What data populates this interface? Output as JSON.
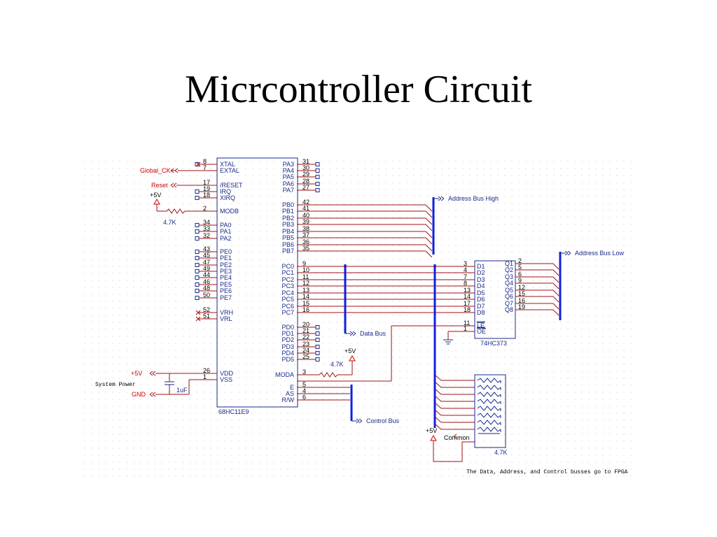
{
  "slide": {
    "title": "Micrcontroller Circuit"
  },
  "mcu": {
    "name": "68HC11E9",
    "left_pins": [
      {
        "num": "8",
        "name": "XTAL"
      },
      {
        "num": "7",
        "name": "EXTAL"
      },
      {
        "num": "17",
        "name": "/RESET"
      },
      {
        "num": "19",
        "name": "IRQ"
      },
      {
        "num": "18",
        "name": "XIRQ"
      },
      {
        "num": "2",
        "name": "MODB"
      },
      {
        "num": "34",
        "name": "PA0"
      },
      {
        "num": "33",
        "name": "PA1"
      },
      {
        "num": "32",
        "name": "PA2"
      },
      {
        "num": "43",
        "name": "PE0"
      },
      {
        "num": "45",
        "name": "PE1"
      },
      {
        "num": "47",
        "name": "PE2"
      },
      {
        "num": "49",
        "name": "PE3"
      },
      {
        "num": "44",
        "name": "PE4"
      },
      {
        "num": "46",
        "name": "PE5"
      },
      {
        "num": "48",
        "name": "PE6"
      },
      {
        "num": "50",
        "name": "PE7"
      },
      {
        "num": "52",
        "name": "VRH"
      },
      {
        "num": "51",
        "name": "VRL"
      },
      {
        "num": "26",
        "name": "VDD"
      },
      {
        "num": "1",
        "name": "VSS"
      }
    ],
    "right_pins": [
      {
        "num": "31",
        "name": "PA3"
      },
      {
        "num": "30",
        "name": "PA4"
      },
      {
        "num": "29",
        "name": "PA5"
      },
      {
        "num": "28",
        "name": "PA6"
      },
      {
        "num": "27",
        "name": "PA7"
      },
      {
        "num": "42",
        "name": "PB0"
      },
      {
        "num": "41",
        "name": "PB1"
      },
      {
        "num": "40",
        "name": "PB2"
      },
      {
        "num": "39",
        "name": "PB3"
      },
      {
        "num": "38",
        "name": "PB4"
      },
      {
        "num": "37",
        "name": "PB5"
      },
      {
        "num": "36",
        "name": "PB6"
      },
      {
        "num": "35",
        "name": "PB7"
      },
      {
        "num": "9",
        "name": "PC0"
      },
      {
        "num": "10",
        "name": "PC1"
      },
      {
        "num": "11",
        "name": "PC2"
      },
      {
        "num": "12",
        "name": "PC3"
      },
      {
        "num": "13",
        "name": "PC4"
      },
      {
        "num": "14",
        "name": "PC5"
      },
      {
        "num": "15",
        "name": "PC6"
      },
      {
        "num": "16",
        "name": "PC7"
      },
      {
        "num": "20",
        "name": "PD0"
      },
      {
        "num": "21",
        "name": "PD1"
      },
      {
        "num": "22",
        "name": "PD2"
      },
      {
        "num": "23",
        "name": "PD3"
      },
      {
        "num": "24",
        "name": "PD4"
      },
      {
        "num": "25",
        "name": "PD5"
      },
      {
        "num": "3",
        "name": "MODA"
      },
      {
        "num": "5",
        "name": "E"
      },
      {
        "num": "4",
        "name": "AS"
      },
      {
        "num": "6",
        "name": "R/W"
      }
    ]
  },
  "latch": {
    "name": "74HC373",
    "d_pins": [
      {
        "num": "3",
        "name": "D1"
      },
      {
        "num": "4",
        "name": "D2"
      },
      {
        "num": "7",
        "name": "D3"
      },
      {
        "num": "8",
        "name": "D4"
      },
      {
        "num": "13",
        "name": "D5"
      },
      {
        "num": "14",
        "name": "D6"
      },
      {
        "num": "17",
        "name": "D7"
      },
      {
        "num": "18",
        "name": "D8"
      }
    ],
    "q_pins": [
      {
        "num": "2",
        "name": "Q1"
      },
      {
        "num": "5",
        "name": "Q2"
      },
      {
        "num": "6",
        "name": "Q3"
      },
      {
        "num": "9",
        "name": "Q4"
      },
      {
        "num": "12",
        "name": "Q5"
      },
      {
        "num": "15",
        "name": "Q6"
      },
      {
        "num": "16",
        "name": "Q7"
      },
      {
        "num": "19",
        "name": "Q8"
      }
    ],
    "ctrl_pins": [
      {
        "num": "11",
        "name": "LE"
      },
      {
        "num": "1",
        "name": "OE"
      }
    ]
  },
  "nets": {
    "global_ck": "Global_CK",
    "reset": "Reset",
    "plus5v": "+5V",
    "gnd": "GND",
    "system_power": "System Power",
    "addr_high": "Address Bus High",
    "addr_low": "Address Bus Low",
    "data_bus": "Data Bus",
    "control_bus": "Control Bus",
    "common": "Common"
  },
  "components": {
    "r_modb": "4.7K",
    "r_moda": "4.7K",
    "c_power": "1uF",
    "r_array": "4.7K"
  },
  "note": "The Data, Address, and Control busses go to FPGA",
  "colors": {
    "wire": "#a01010",
    "outline": "#1a2a8a",
    "bus": "#1020e0",
    "net_label": "#cc0000"
  }
}
